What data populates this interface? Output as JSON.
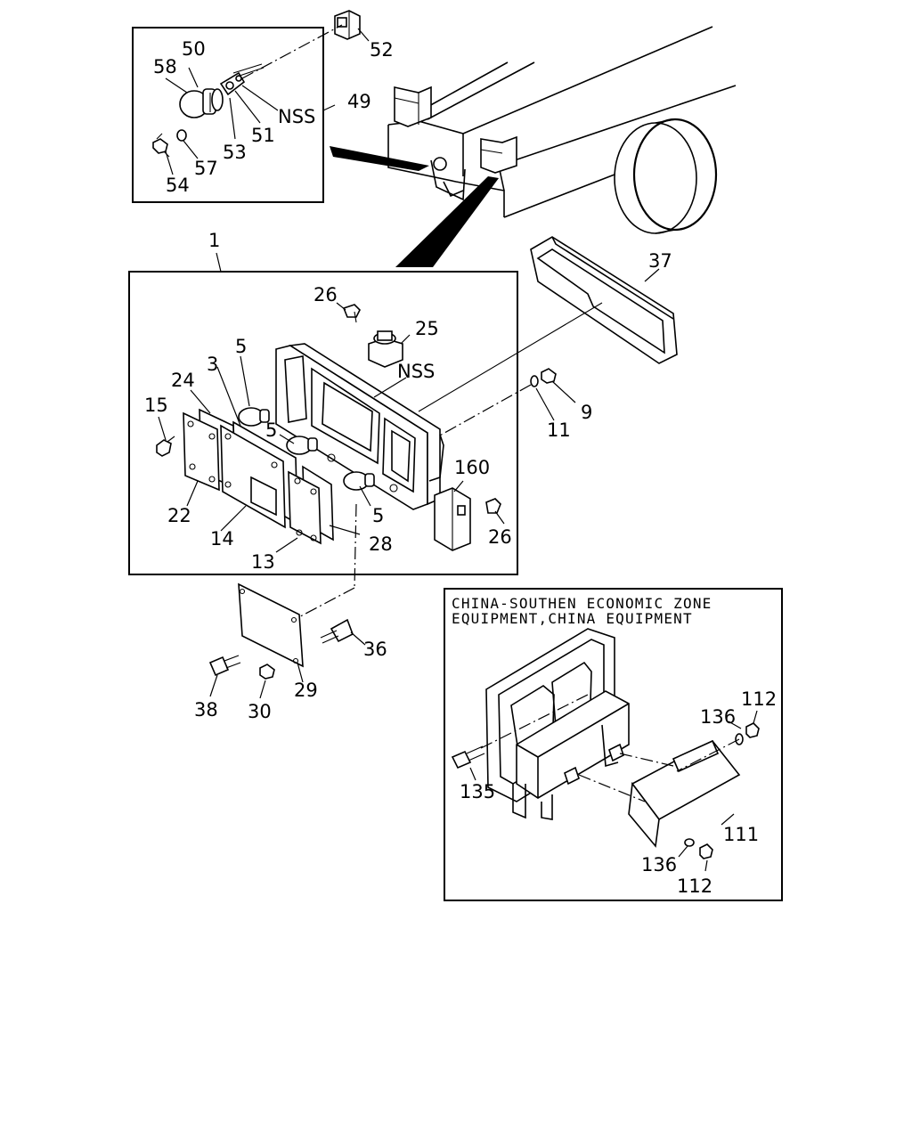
{
  "labels": {
    "p1": "1",
    "p3": "3",
    "p5a": "5",
    "p5b": "5",
    "p5c": "5",
    "p9": "9",
    "p11": "11",
    "p13": "13",
    "p14": "14",
    "p15": "15",
    "p22": "22",
    "p24": "24",
    "p25": "25",
    "p26a": "26",
    "p26b": "26",
    "p28": "28",
    "p29": "29",
    "p30": "30",
    "p36": "36",
    "p37": "37",
    "p38": "38",
    "p49": "49",
    "p50": "50",
    "p51": "51",
    "p52": "52",
    "p53": "53",
    "p54": "54",
    "p57": "57",
    "p58": "58",
    "p111": "111",
    "p112a": "112",
    "p112b": "112",
    "p135": "135",
    "p136a": "136",
    "p136b": "136",
    "p160": "160",
    "nss_top": "NSS",
    "nss_main": "NSS"
  },
  "note": {
    "line1": "CHINA-SOUTHEN ECONOMIC ZONE",
    "line2": "EQUIPMENT,CHINA EQUIPMENT"
  }
}
